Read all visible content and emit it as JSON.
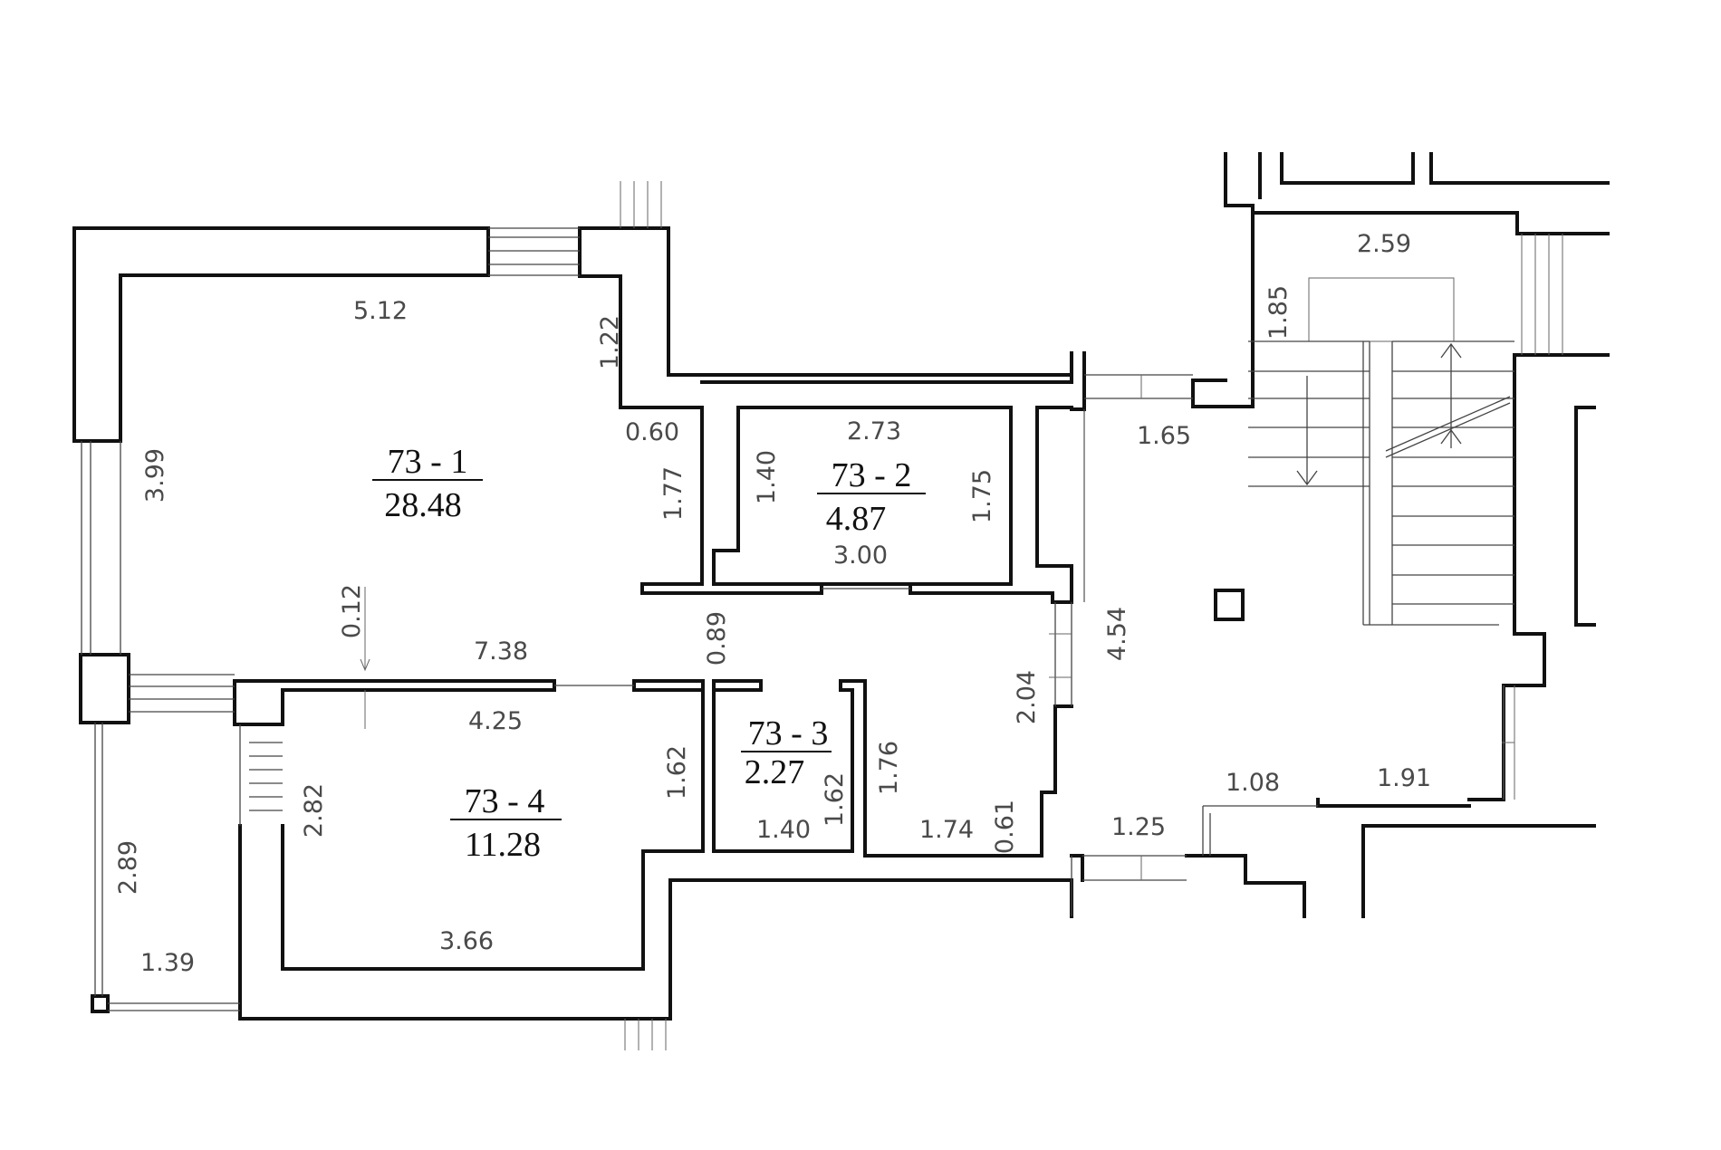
{
  "rooms": [
    {
      "id": "73 - 1",
      "area": "28.48"
    },
    {
      "id": "73 - 2",
      "area": "4.87"
    },
    {
      "id": "73 - 3",
      "area": "2.27"
    },
    {
      "id": "73 - 4",
      "area": "11.28"
    }
  ],
  "dimensions": [
    "5.12",
    "1.22",
    "3.99",
    "0.60",
    "1.77",
    "2.73",
    "1.40",
    "1.75",
    "3.00",
    "0.12",
    "7.38",
    "0.89",
    "4.25",
    "1.62",
    "1.76",
    "1.62",
    "1.40",
    "1.74",
    "0.61",
    "2.82",
    "3.66",
    "2.89",
    "1.39",
    "2.04",
    "4.54",
    "1.65",
    "1.25",
    "2.59",
    "1.85",
    "1.08",
    "1.91"
  ]
}
